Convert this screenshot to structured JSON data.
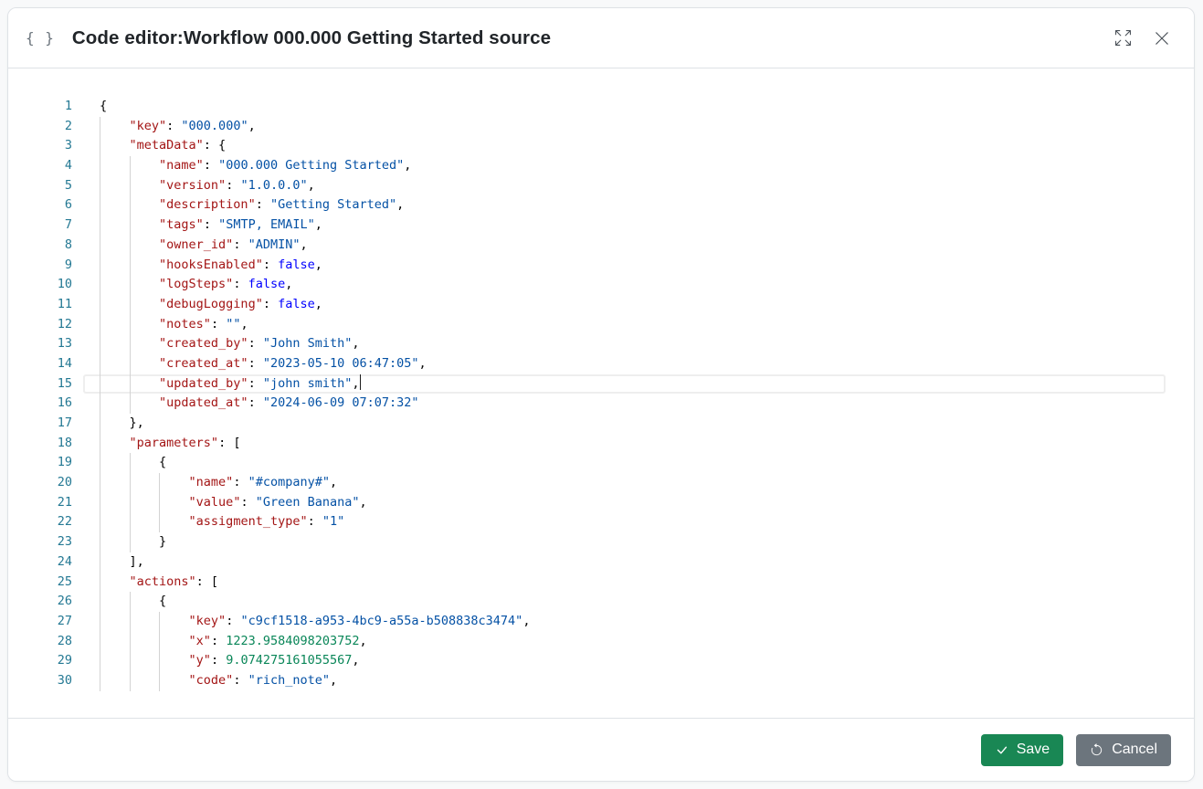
{
  "colors": {
    "accent_save": "#198754",
    "accent_cancel": "#6c757d",
    "modal_border": "#dee2e6",
    "token_key": "#a31515",
    "token_string": "#0451a5",
    "token_keyword": "#0000ff",
    "token_number": "#098658",
    "token_punctuation": "#000000",
    "line_number": "#237893",
    "indent_guide": "#d3d3d3",
    "active_line_border": "#eeeeee"
  },
  "header": {
    "icon_glyph": "{ }",
    "icon_name": "code-braces-icon",
    "title": "Code editor:Workflow 000.000 Getting Started source",
    "action_icons": [
      "fullscreen-icon",
      "close-icon"
    ]
  },
  "footer": {
    "save_label": "Save",
    "save_icon": "check-icon",
    "cancel_label": "Cancel",
    "cancel_icon": "undo-icon"
  },
  "editor": {
    "language": "json",
    "active_line": 15,
    "cursor_line": 15,
    "lines": [
      {
        "n": 1,
        "ind": 0,
        "tokens": [
          [
            "p",
            "{"
          ]
        ]
      },
      {
        "n": 2,
        "ind": 1,
        "tokens": [
          [
            "p",
            "    "
          ],
          [
            "k",
            "\"key\""
          ],
          [
            "p",
            ": "
          ],
          [
            "s",
            "\"000.000\""
          ],
          [
            "p",
            ","
          ]
        ]
      },
      {
        "n": 3,
        "ind": 1,
        "tokens": [
          [
            "p",
            "    "
          ],
          [
            "k",
            "\"metaData\""
          ],
          [
            "p",
            ": {"
          ]
        ]
      },
      {
        "n": 4,
        "ind": 2,
        "tokens": [
          [
            "p",
            "        "
          ],
          [
            "k",
            "\"name\""
          ],
          [
            "p",
            ": "
          ],
          [
            "s",
            "\"000.000 Getting Started\""
          ],
          [
            "p",
            ","
          ]
        ]
      },
      {
        "n": 5,
        "ind": 2,
        "tokens": [
          [
            "p",
            "        "
          ],
          [
            "k",
            "\"version\""
          ],
          [
            "p",
            ": "
          ],
          [
            "s",
            "\"1.0.0.0\""
          ],
          [
            "p",
            ","
          ]
        ]
      },
      {
        "n": 6,
        "ind": 2,
        "tokens": [
          [
            "p",
            "        "
          ],
          [
            "k",
            "\"description\""
          ],
          [
            "p",
            ": "
          ],
          [
            "s",
            "\"Getting Started\""
          ],
          [
            "p",
            ","
          ]
        ]
      },
      {
        "n": 7,
        "ind": 2,
        "tokens": [
          [
            "p",
            "        "
          ],
          [
            "k",
            "\"tags\""
          ],
          [
            "p",
            ": "
          ],
          [
            "s",
            "\"SMTP, EMAIL\""
          ],
          [
            "p",
            ","
          ]
        ]
      },
      {
        "n": 8,
        "ind": 2,
        "tokens": [
          [
            "p",
            "        "
          ],
          [
            "k",
            "\"owner_id\""
          ],
          [
            "p",
            ": "
          ],
          [
            "s",
            "\"ADMIN\""
          ],
          [
            "p",
            ","
          ]
        ]
      },
      {
        "n": 9,
        "ind": 2,
        "tokens": [
          [
            "p",
            "        "
          ],
          [
            "k",
            "\"hooksEnabled\""
          ],
          [
            "p",
            ": "
          ],
          [
            "b",
            "false"
          ],
          [
            "p",
            ","
          ]
        ]
      },
      {
        "n": 10,
        "ind": 2,
        "tokens": [
          [
            "p",
            "        "
          ],
          [
            "k",
            "\"logSteps\""
          ],
          [
            "p",
            ": "
          ],
          [
            "b",
            "false"
          ],
          [
            "p",
            ","
          ]
        ]
      },
      {
        "n": 11,
        "ind": 2,
        "tokens": [
          [
            "p",
            "        "
          ],
          [
            "k",
            "\"debugLogging\""
          ],
          [
            "p",
            ": "
          ],
          [
            "b",
            "false"
          ],
          [
            "p",
            ","
          ]
        ]
      },
      {
        "n": 12,
        "ind": 2,
        "tokens": [
          [
            "p",
            "        "
          ],
          [
            "k",
            "\"notes\""
          ],
          [
            "p",
            ": "
          ],
          [
            "s",
            "\"\""
          ],
          [
            "p",
            ","
          ]
        ]
      },
      {
        "n": 13,
        "ind": 2,
        "tokens": [
          [
            "p",
            "        "
          ],
          [
            "k",
            "\"created_by\""
          ],
          [
            "p",
            ": "
          ],
          [
            "s",
            "\"John Smith\""
          ],
          [
            "p",
            ","
          ]
        ]
      },
      {
        "n": 14,
        "ind": 2,
        "tokens": [
          [
            "p",
            "        "
          ],
          [
            "k",
            "\"created_at\""
          ],
          [
            "p",
            ": "
          ],
          [
            "s",
            "\"2023-05-10 06:47:05\""
          ],
          [
            "p",
            ","
          ]
        ]
      },
      {
        "n": 15,
        "ind": 2,
        "tokens": [
          [
            "p",
            "        "
          ],
          [
            "k",
            "\"updated_by\""
          ],
          [
            "p",
            ": "
          ],
          [
            "s",
            "\"john smith\""
          ],
          [
            "p",
            ","
          ]
        ]
      },
      {
        "n": 16,
        "ind": 2,
        "tokens": [
          [
            "p",
            "        "
          ],
          [
            "k",
            "\"updated_at\""
          ],
          [
            "p",
            ": "
          ],
          [
            "s",
            "\"2024-06-09 07:07:32\""
          ]
        ]
      },
      {
        "n": 17,
        "ind": 1,
        "tokens": [
          [
            "p",
            "    },"
          ]
        ]
      },
      {
        "n": 18,
        "ind": 1,
        "tokens": [
          [
            "p",
            "    "
          ],
          [
            "k",
            "\"parameters\""
          ],
          [
            "p",
            ": ["
          ]
        ]
      },
      {
        "n": 19,
        "ind": 2,
        "tokens": [
          [
            "p",
            "        {"
          ]
        ]
      },
      {
        "n": 20,
        "ind": 3,
        "tokens": [
          [
            "p",
            "            "
          ],
          [
            "k",
            "\"name\""
          ],
          [
            "p",
            ": "
          ],
          [
            "s",
            "\"#company#\""
          ],
          [
            "p",
            ","
          ]
        ]
      },
      {
        "n": 21,
        "ind": 3,
        "tokens": [
          [
            "p",
            "            "
          ],
          [
            "k",
            "\"value\""
          ],
          [
            "p",
            ": "
          ],
          [
            "s",
            "\"Green Banana\""
          ],
          [
            "p",
            ","
          ]
        ]
      },
      {
        "n": 22,
        "ind": 3,
        "tokens": [
          [
            "p",
            "            "
          ],
          [
            "k",
            "\"assigment_type\""
          ],
          [
            "p",
            ": "
          ],
          [
            "s",
            "\"1\""
          ]
        ]
      },
      {
        "n": 23,
        "ind": 2,
        "tokens": [
          [
            "p",
            "        }"
          ]
        ]
      },
      {
        "n": 24,
        "ind": 1,
        "tokens": [
          [
            "p",
            "    ],"
          ]
        ]
      },
      {
        "n": 25,
        "ind": 1,
        "tokens": [
          [
            "p",
            "    "
          ],
          [
            "k",
            "\"actions\""
          ],
          [
            "p",
            ": ["
          ]
        ]
      },
      {
        "n": 26,
        "ind": 2,
        "tokens": [
          [
            "p",
            "        {"
          ]
        ]
      },
      {
        "n": 27,
        "ind": 3,
        "tokens": [
          [
            "p",
            "            "
          ],
          [
            "k",
            "\"key\""
          ],
          [
            "p",
            ": "
          ],
          [
            "s",
            "\"c9cf1518-a953-4bc9-a55a-b508838c3474\""
          ],
          [
            "p",
            ","
          ]
        ]
      },
      {
        "n": 28,
        "ind": 3,
        "tokens": [
          [
            "p",
            "            "
          ],
          [
            "k",
            "\"x\""
          ],
          [
            "p",
            ": "
          ],
          [
            "n",
            "1223.9584098203752"
          ],
          [
            "p",
            ","
          ]
        ]
      },
      {
        "n": 29,
        "ind": 3,
        "tokens": [
          [
            "p",
            "            "
          ],
          [
            "k",
            "\"y\""
          ],
          [
            "p",
            ": "
          ],
          [
            "n",
            "9.074275161055567"
          ],
          [
            "p",
            ","
          ]
        ]
      },
      {
        "n": 30,
        "ind": 3,
        "tokens": [
          [
            "p",
            "            "
          ],
          [
            "k",
            "\"code\""
          ],
          [
            "p",
            ": "
          ],
          [
            "s",
            "\"rich_note\""
          ],
          [
            "p",
            ","
          ]
        ]
      }
    ]
  }
}
